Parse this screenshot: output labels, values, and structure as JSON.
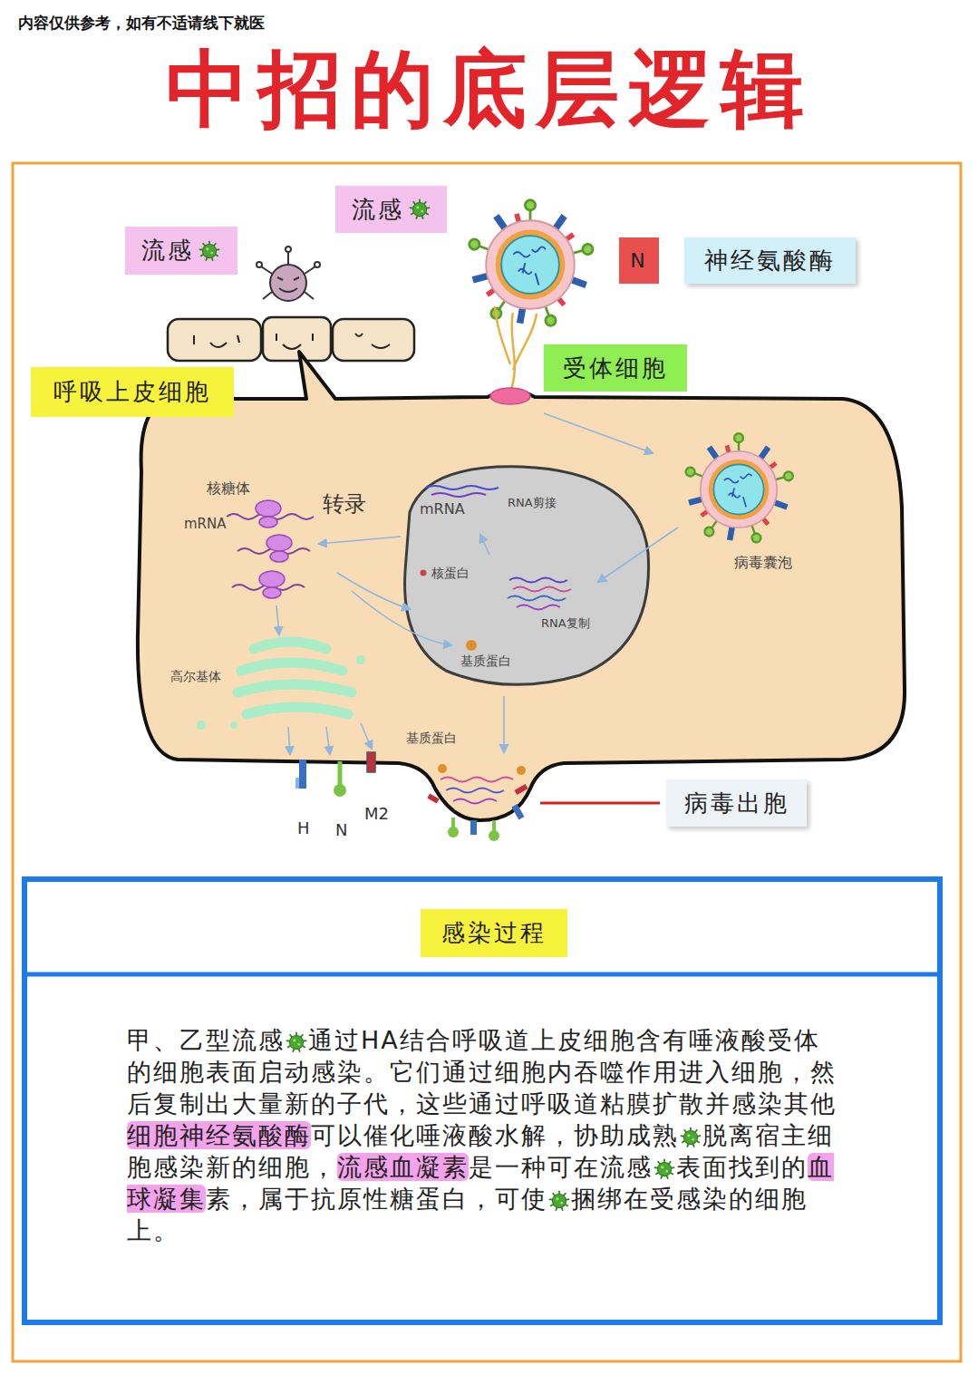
{
  "diagram": {
    "title": "中招的底层逻辑",
    "nodes": [
      {
        "text": [
          "流感"
        ]
      },
      {
        "text": [
          "流感"
        ]
      },
      {
        "text": [
          "N"
        ]
      },
      {
        "text": [
          "神经氨酸酶"
        ]
      },
      {
        "text": [
          "受体细胞"
        ]
      },
      {
        "text": [
          "呼吸上皮细胞"
        ]
      },
      {
        "text": [
          "病毒出胞"
        ]
      },
      {
        "text": [
          "甲、乙型流感通过HA结合呼吸道上皮细胞含有唾液酸受体的细胞表面启动感染。它们通过细胞内吞噬作用进入细胞，然后复制出大量新的子代，这些通过呼吸道粘膜扩散并感染其他细胞神经氨酸酶可以催化唾液酸水解，协助成熟脱离宿主细胞感染新的细胞，流感血凝素是一种可在流感表面找到的血球凝集素，属于抗原性糖蛋白，可使捆绑在受感染的细胞上。"
        ]
      },
      {
        "text": [
          "感染过程"
        ],
        "in": 7
      }
    ],
    "labels": [
      "内容仅供参考，如有不适请线下就医",
      "核糖体",
      "mRNA",
      "转录",
      "mRNA",
      "RNA剪接",
      "核蛋白",
      "RNA复制",
      "基质蛋白",
      "高尔基体",
      "基质蛋白",
      "病毒囊泡",
      "H",
      "N",
      "M2"
    ]
  }
}
